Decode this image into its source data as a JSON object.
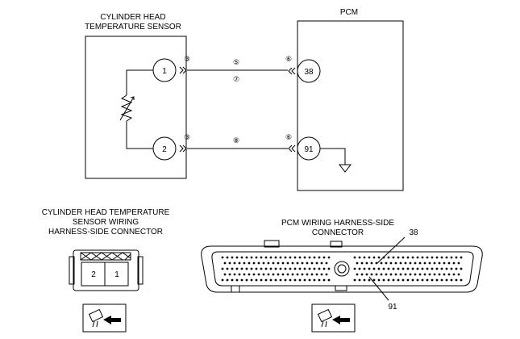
{
  "diagram": {
    "sensor": {
      "title_line1": "CYLINDER HEAD",
      "title_line2": "TEMPERATURE SENSOR",
      "pin_1": "1",
      "pin_2": "2"
    },
    "pcm": {
      "title": "PCM",
      "terminal_a": "38",
      "terminal_b": "91"
    },
    "circuit_markers": {
      "sensor_pin1": "③",
      "sensor_pin2": "③",
      "wire_upper_a": "⑤",
      "wire_upper_b": "⑦",
      "wire_lower": "⑧",
      "pcm_38": "⑥",
      "pcm_91": "⑥"
    },
    "sensor_connector": {
      "caption_line1": "CYLINDER HEAD TEMPERATURE",
      "caption_line2": "SENSOR WIRING",
      "caption_line3": "HARNESS-SIDE CONNECTOR",
      "pin_left": "2",
      "pin_right": "1"
    },
    "pcm_connector": {
      "caption_line1": "PCM WIRING  HARNESS-SIDE",
      "caption_line2": "CONNECTOR",
      "callout_top": "38",
      "callout_bottom": "91"
    },
    "icons": {
      "view_direction": "connector-view-direction-icon",
      "ground": "ground-symbol-icon",
      "thermistor": "thermistor-icon"
    }
  }
}
